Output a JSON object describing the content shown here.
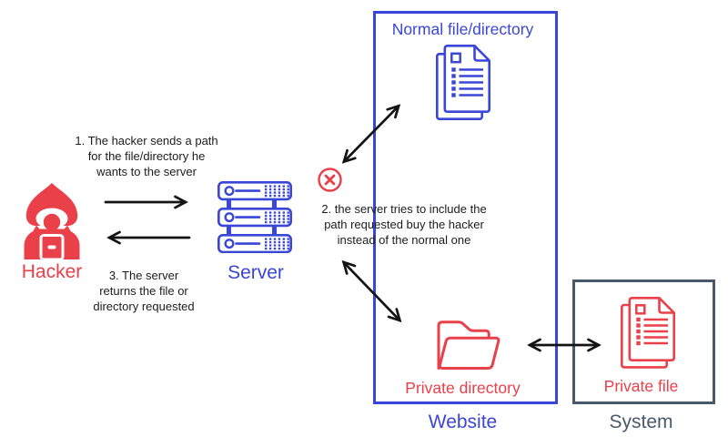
{
  "labels": {
    "hacker": "Hacker",
    "server": "Server",
    "website": "Website",
    "system": "System",
    "normal_file_directory": "Normal file/directory",
    "private_directory": "Private directory",
    "private_file": "Private file"
  },
  "steps": {
    "step1": [
      "1. The hacker sends a path",
      "for the file/directory he",
      "wants to the server"
    ],
    "step2": [
      "2. the server tries to include the",
      "path requested buy the hacker",
      "instead of the normal one"
    ],
    "step3": [
      "3. The server",
      "returns the file or",
      "directory requested"
    ]
  },
  "colors": {
    "red": "#e9404a",
    "blue": "#3a46d6",
    "slate": "#47596b",
    "arrow": "#141414",
    "text": "#1c1c1c"
  },
  "icons": {
    "hacker-icon": "hooded hacker with laptop, solid red",
    "server-icon": "three-unit server rack, blue outline",
    "error-x-icon": "red circled X",
    "normal-file-icon": "stacked documents with list lines, blue outline",
    "private-directory-icon": "open folder, red outline",
    "private-file-icon": "stacked documents with list lines, red outline"
  }
}
